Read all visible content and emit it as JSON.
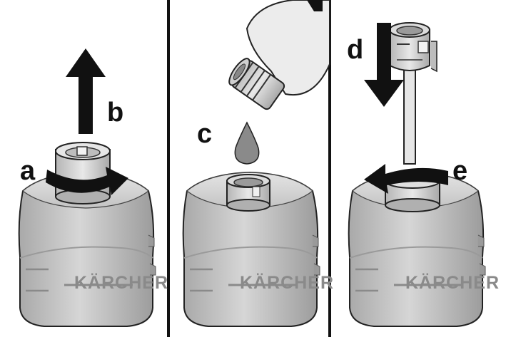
{
  "brand": "KÄRCHER",
  "panels": [
    {
      "id": "remove-cap",
      "labels": [
        "a",
        "b"
      ]
    },
    {
      "id": "fill-liquid",
      "labels": [
        "c"
      ]
    },
    {
      "id": "insert-filter",
      "labels": [
        "d",
        "e"
      ]
    }
  ],
  "colors": {
    "background": "#ffffff",
    "divider": "#111111",
    "container_light": "#d9d9d9",
    "container_mid": "#bdbdbd",
    "container_dark": "#8f8f8f",
    "arrow": "#111111",
    "drop": "#8a8a8a"
  }
}
